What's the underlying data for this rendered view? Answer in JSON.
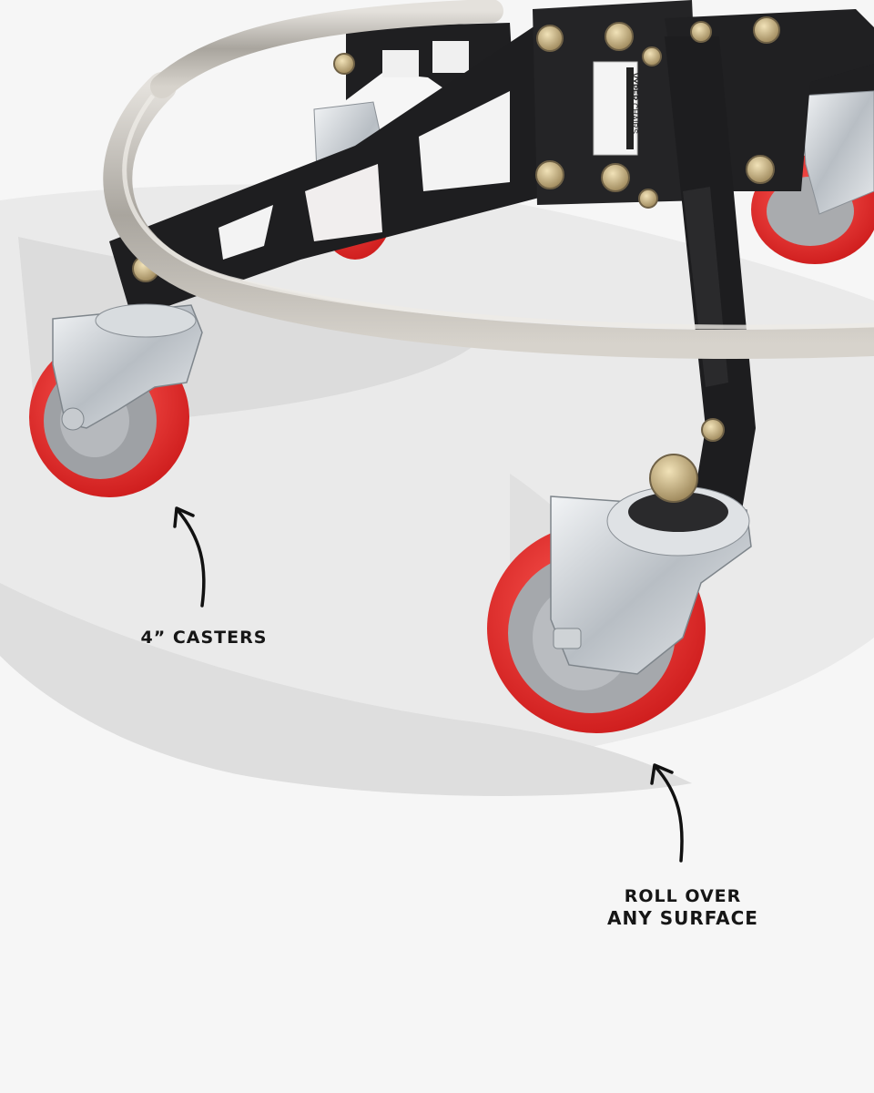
{
  "image": {
    "subject": "chair base with red caster wheels",
    "brand_label": {
      "brand": "VYPER",
      "brand_suffix": "CHAIRS"
    },
    "colors": {
      "background": "#f6f6f6",
      "wheel_red": "#e02a2a",
      "hub_gray": "#9b9da0",
      "frame_black": "#1e1e20",
      "ring_steel": "#b9b5ae",
      "annotation_text": "#161616"
    }
  },
  "annotations": {
    "casters": {
      "text": "4” CASTERS",
      "icon": "curved-arrow-icon"
    },
    "roll": {
      "line1": "ROLL OVER",
      "line2": "ANY SURFACE",
      "icon": "curved-arrow-icon"
    }
  }
}
